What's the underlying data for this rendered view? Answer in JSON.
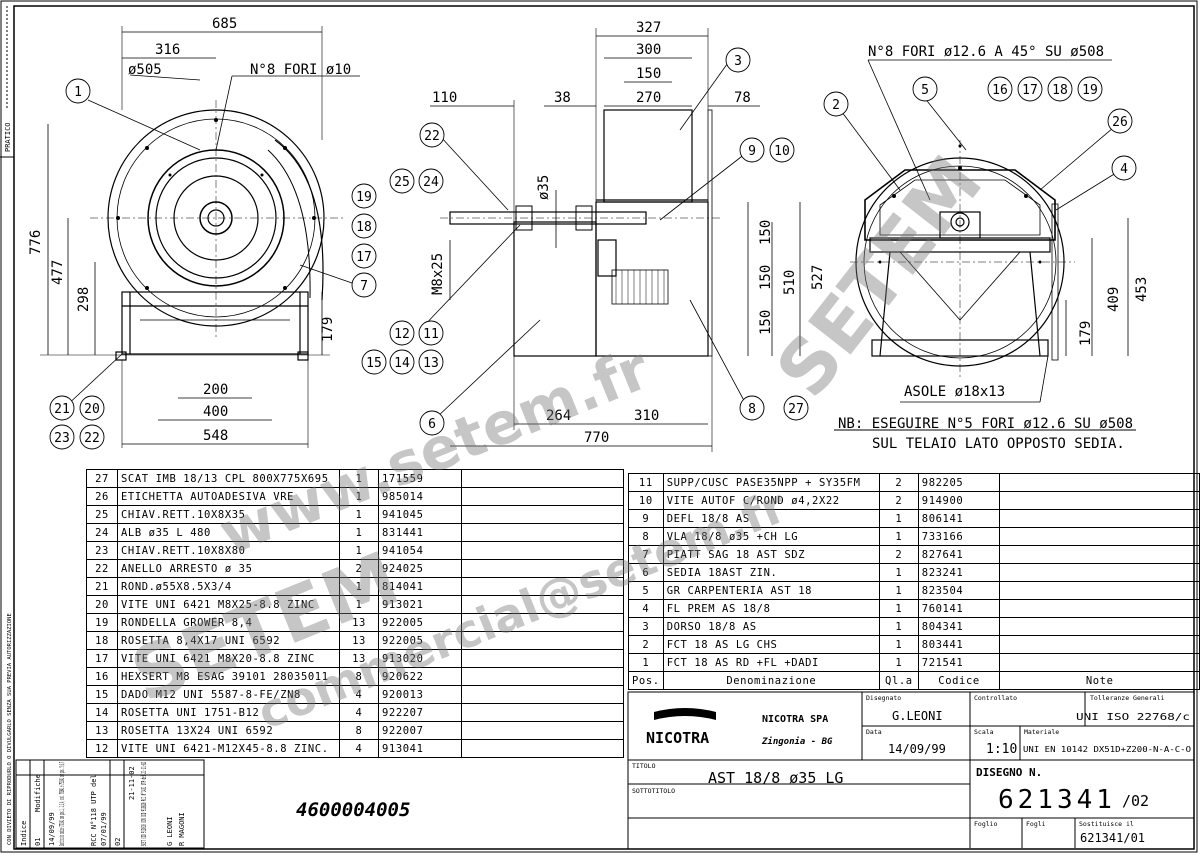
{
  "side_strip": {
    "pratico_label": "PRATICO",
    "legal_text": "CON DIVIETO DI RIPRODURLO O DIVULGARLO SENZA SUA PREVIA AUTORIZZAZIONE"
  },
  "revisions": [
    {
      "indice": "01",
      "date": "14/09/99",
      "text": "Sostituito codice 772341 con pos.1, 2,3,4, cod. 753041 e 753341 con pos. 5,6,7"
    },
    {
      "indice": "02",
      "date": "21-11-02",
      "text": "SOST COD 913010 CON COD 913020 RCC N°1431 UTP del 21-11-02"
    },
    {
      "indice": "",
      "date": "07/01/99",
      "text": "RCC N°118 UTP del"
    }
  ],
  "revision_header": {
    "indice": "Indice",
    "modifiche": "Modifiche"
  },
  "revision_signers": [
    "G LEONI",
    "R MAGONI"
  ],
  "doc_number": "4600004005",
  "dimensions": {
    "front": [
      "685",
      "316",
      "ø505",
      "N°8 FORI ø10",
      "776",
      "477",
      "298",
      "179",
      "200",
      "400",
      "548"
    ],
    "side": [
      "327",
      "300",
      "150",
      "270",
      "110",
      "38",
      "78",
      "ø35",
      "M8x25",
      "150",
      "150",
      "150",
      "510",
      "527",
      "264",
      "310",
      "770"
    ],
    "rear": [
      "N°8 FORI ø12.6 A 45° SU ø508",
      "409",
      "453",
      "179",
      "ASOLE ø18x13"
    ]
  },
  "note_lines": [
    "NB: ESEGUIRE N°5 FORI ø12.6 SU ø508",
    "SUL TELAIO LATO OPPOSTO SEDIA."
  ],
  "balloons": {
    "front": [
      "1",
      "19",
      "18",
      "17",
      "7",
      "21",
      "20",
      "23",
      "22"
    ],
    "side": [
      "22",
      "25",
      "24",
      "3",
      "9",
      "10",
      "12",
      "11",
      "15",
      "14",
      "13",
      "6",
      "8",
      "27"
    ],
    "rear": [
      "2",
      "5",
      "16",
      "17",
      "18",
      "19",
      "26",
      "4"
    ]
  },
  "bom_left": [
    {
      "pos": "27",
      "den": "SCAT IMB 18/13 CPL 800X775X695",
      "qty": "1",
      "code": "171559"
    },
    {
      "pos": "26",
      "den": "ETICHETTA AUTOADESIVA VRE",
      "qty": "1",
      "code": "985014"
    },
    {
      "pos": "25",
      "den": "CHIAV.RETT.10X8X35",
      "qty": "1",
      "code": "941045"
    },
    {
      "pos": "24",
      "den": "ALB ø35 L 480",
      "qty": "1",
      "code": "831441"
    },
    {
      "pos": "23",
      "den": "CHIAV.RETT.10X8X80",
      "qty": "1",
      "code": "941054"
    },
    {
      "pos": "22",
      "den": "ANELLO ARRESTO ø 35",
      "qty": "2",
      "code": "924025"
    },
    {
      "pos": "21",
      "den": "ROND.ø55X8.5X3/4",
      "qty": "1",
      "code": "814041"
    },
    {
      "pos": "20",
      "den": "VITE UNI 6421 M8X25-8.8 ZINC",
      "qty": "1",
      "code": "913021"
    },
    {
      "pos": "19",
      "den": "RONDELLA GROWER 8,4",
      "qty": "13",
      "code": "922005"
    },
    {
      "pos": "18",
      "den": "ROSETTA 8,4X17 UNI 6592",
      "qty": "13",
      "code": "922005"
    },
    {
      "pos": "17",
      "den": "VITE UNI 6421 M8X20-8.8 ZINC",
      "qty": "13",
      "code": "913020"
    },
    {
      "pos": "16",
      "den": "HEXSERT M8 ESAG 39101 28035011",
      "qty": "8",
      "code": "920622"
    },
    {
      "pos": "15",
      "den": "DADO M12 UNI 5587-8-FE/ZN8",
      "qty": "4",
      "code": "920013"
    },
    {
      "pos": "14",
      "den": "ROSETTA UNI 1751-B12",
      "qty": "4",
      "code": "922207"
    },
    {
      "pos": "13",
      "den": "ROSETTA 13X24 UNI 6592",
      "qty": "8",
      "code": "922007"
    },
    {
      "pos": "12",
      "den": "VITE UNI 6421-M12X45-8.8 ZINC.",
      "qty": "4",
      "code": "913041"
    }
  ],
  "bom_right": [
    {
      "pos": "11",
      "den": "SUPP/CUSC PASE35NPP + SY35FM",
      "qty": "2",
      "code": "982205"
    },
    {
      "pos": "10",
      "den": "VITE AUTOF C/ROND ø4,2X22",
      "qty": "2",
      "code": "914900"
    },
    {
      "pos": "9",
      "den": "DEFL 18/8 AS",
      "qty": "1",
      "code": "806141"
    },
    {
      "pos": "8",
      "den": "VLA 18/8 ø35 +CH LG",
      "qty": "1",
      "code": "733166"
    },
    {
      "pos": "7",
      "den": "PIATT SAG 18 AST SDZ",
      "qty": "2",
      "code": "827641"
    },
    {
      "pos": "6",
      "den": "SEDIA 18AST ZIN.",
      "qty": "1",
      "code": "823241"
    },
    {
      "pos": "5",
      "den": "GR CARPENTERIA AST 18",
      "qty": "1",
      "code": "823504"
    },
    {
      "pos": "4",
      "den": "FL PREM AS 18/8",
      "qty": "1",
      "code": "760141"
    },
    {
      "pos": "3",
      "den": "DORSO 18/8 AS",
      "qty": "1",
      "code": "804341"
    },
    {
      "pos": "2",
      "den": "FCT 18 AS LG CHS",
      "qty": "1",
      "code": "803441"
    },
    {
      "pos": "1",
      "den": "FCT 18 AS RD +FL +DADI",
      "qty": "1",
      "code": "721541"
    }
  ],
  "bom_header": {
    "pos": "Pos.",
    "den": "Denominazione",
    "qty": "Ql.a",
    "code": "Codice",
    "note": "Note"
  },
  "title_block": {
    "logo_text": "NICOTRA",
    "company": "NICOTRA SPA",
    "location": "Zingonia - BG",
    "label_disegnato": "Disegnato",
    "disegnato": "G.LEONI",
    "label_controllato": "Controllato",
    "label_tolleranze": "Tolleranze Generali",
    "tolleranze": "UNI ISO 22768/c",
    "label_data": "Data",
    "data": "14/09/99",
    "label_scala": "Scala",
    "scala": "1:10",
    "label_materiale": "Materiale",
    "materiale": "UNI EN 10142 DX51D+Z200-N-A-C-O",
    "label_titolo": "TITOLO",
    "titolo": "AST 18/8 ø35 LG",
    "label_sottotitolo": "SOTTOTITOLO",
    "label_disegno": "DISEGNO N.",
    "disegno": "621341",
    "rev": "/02",
    "label_foglio": "Foglio",
    "label_fogli": "Fogli",
    "label_sostituisce": "Sostituisce il",
    "sostituisce": "621341/01"
  },
  "watermark": {
    "line1": "www.setem.fr",
    "line2": "SETEM",
    "line3": "commercial@setem.fr"
  }
}
